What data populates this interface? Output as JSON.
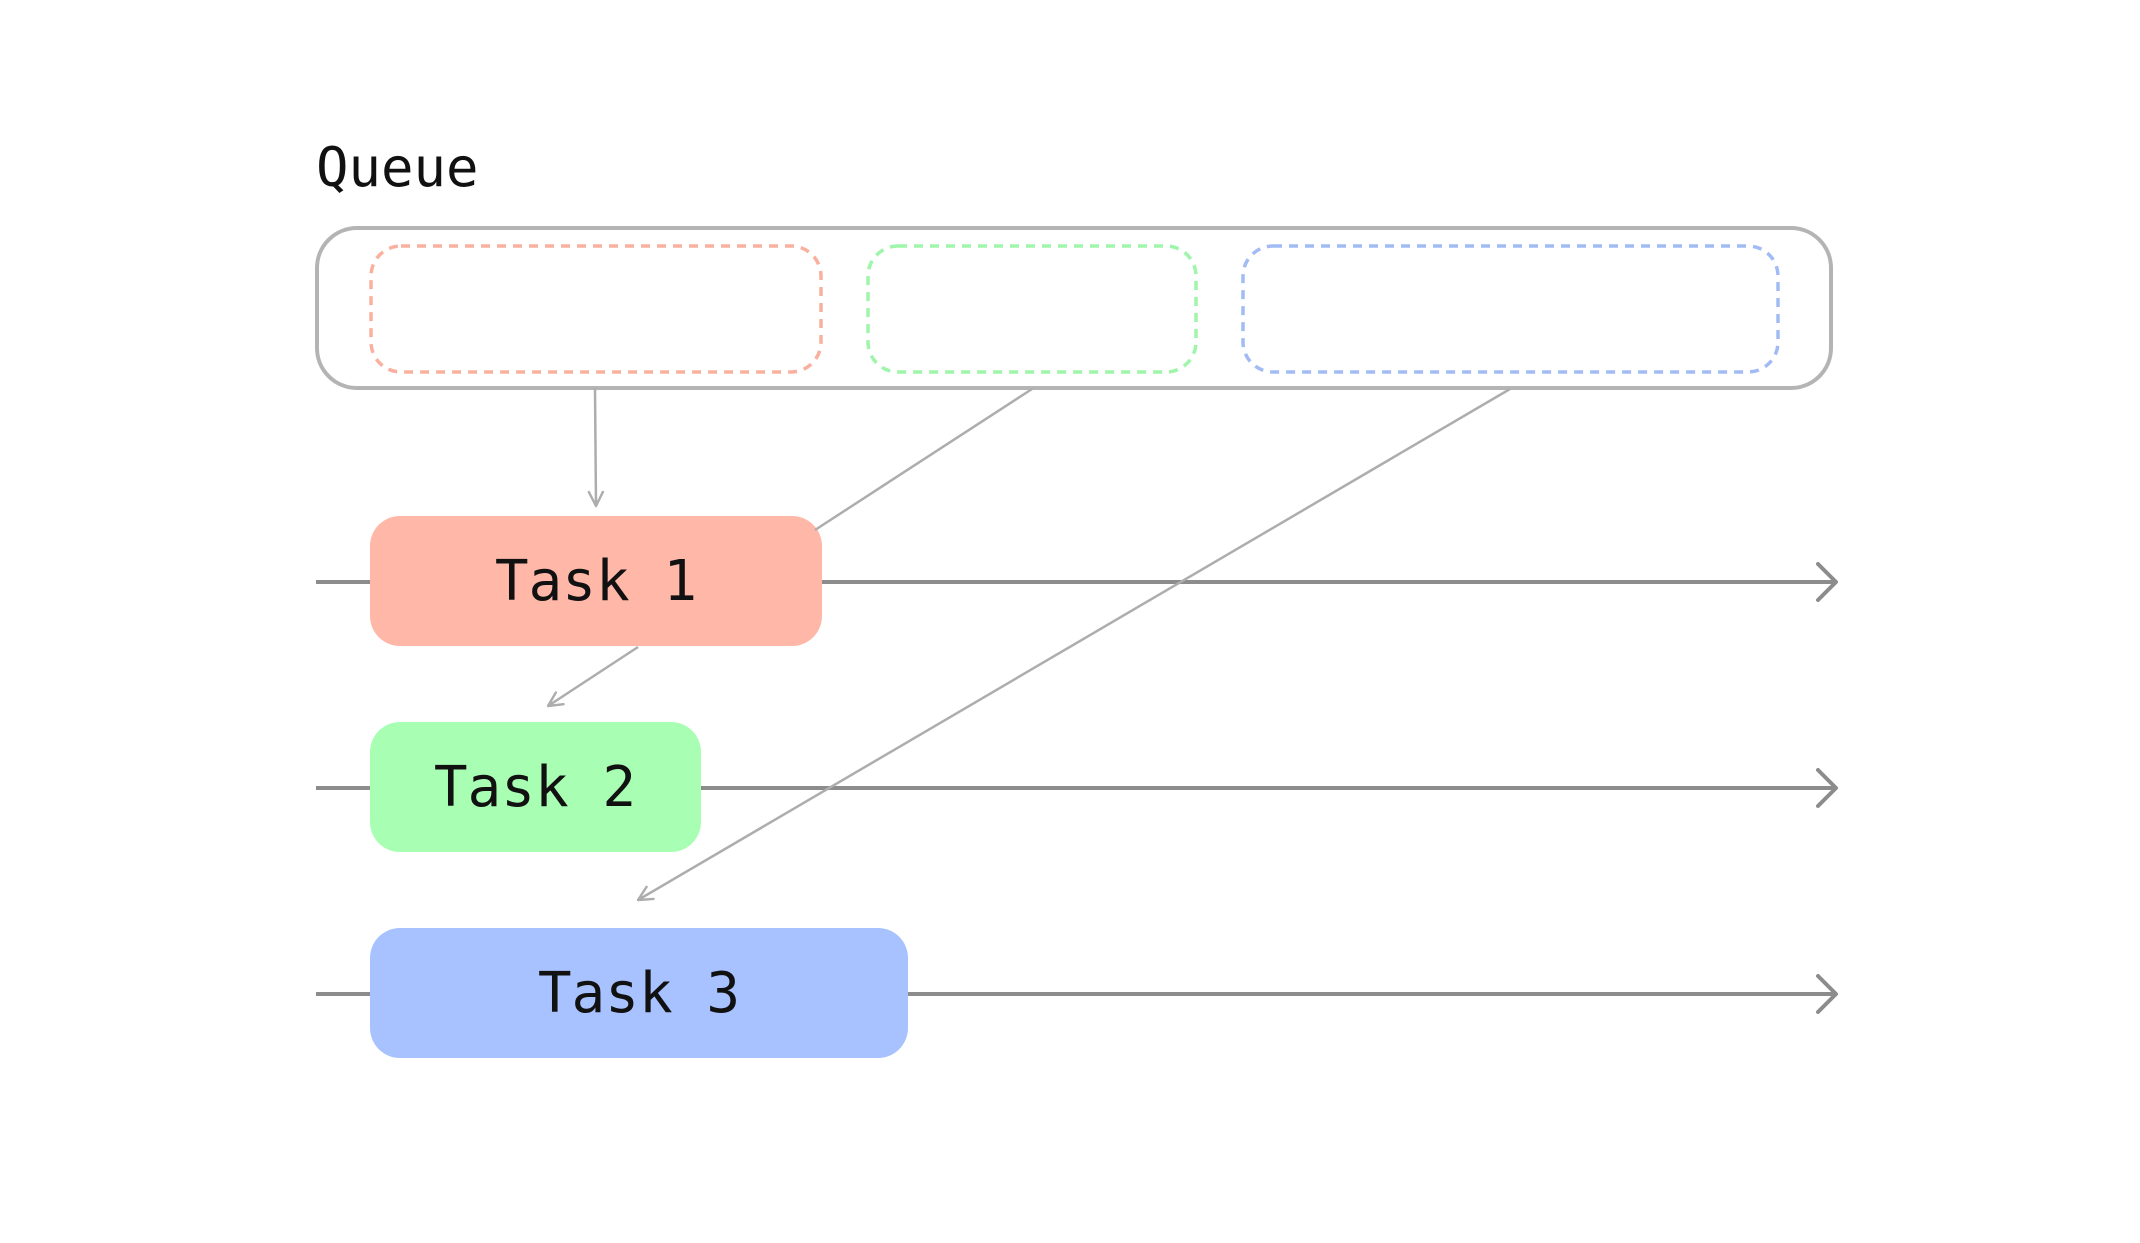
{
  "queue": {
    "title": "Queue"
  },
  "tasks": [
    {
      "label": "Task 1",
      "color": "#FFB8A8",
      "slot_color": "#F9B09F"
    },
    {
      "label": "Task 2",
      "color": "#A8FFB3",
      "slot_color": "#9FF5A9"
    },
    {
      "label": "Task 3",
      "color": "#A8C2FF",
      "slot_color": "#A3BBF5"
    }
  ],
  "colors": {
    "queue_border": "#B4B4B4",
    "timeline": "#8C8C8C",
    "connector": "#ADADAD"
  }
}
